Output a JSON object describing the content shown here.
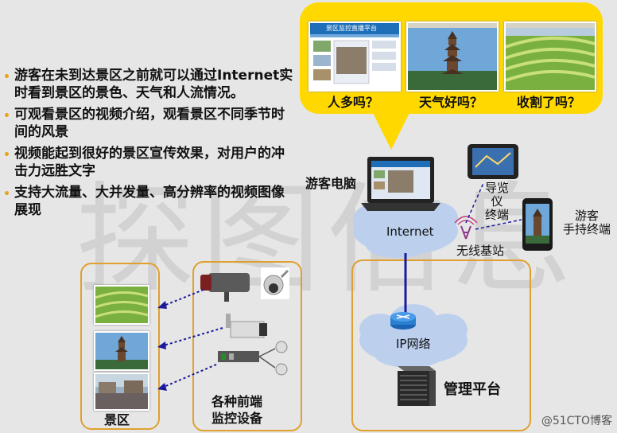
{
  "watermark": "探图信息",
  "bullets": [
    "游客在未到达景区之前就可以通过Internet实时看到景区的景色、天气和人流情况。",
    "可观看景区的视频介绍，观看景区不同季节时间的风景",
    "视频能起到很好的景区宣传效果，对用户的冲击力远胜文字",
    "支持大流量、大并发量、高分辨率的视频图像展现"
  ],
  "callout": {
    "labels": [
      "人多吗？",
      "天气好吗？",
      "收割了吗？"
    ],
    "browser_title": "景区监控直播平台"
  },
  "nodes": {
    "tourist_pc": "游客电脑",
    "internet": "Internet",
    "guide_terminal_1": "导览仪",
    "guide_terminal_2": "终端",
    "tourist_mobile_1": "游客",
    "tourist_mobile_2": "手持终端",
    "base_station": "无线基站",
    "ip_network": "IP网络",
    "management": "管理平台",
    "scenic_area": "景区",
    "front_devices_1": "各种前端",
    "front_devices_2": "监控设备"
  },
  "credit": "@51CTO博客",
  "colors": {
    "callout": "#ffd800",
    "box_border": "#e0a030",
    "bullet_marker": "#e8a317",
    "cloud": "#bcd0ee",
    "link_line": "#1a1a9a"
  }
}
